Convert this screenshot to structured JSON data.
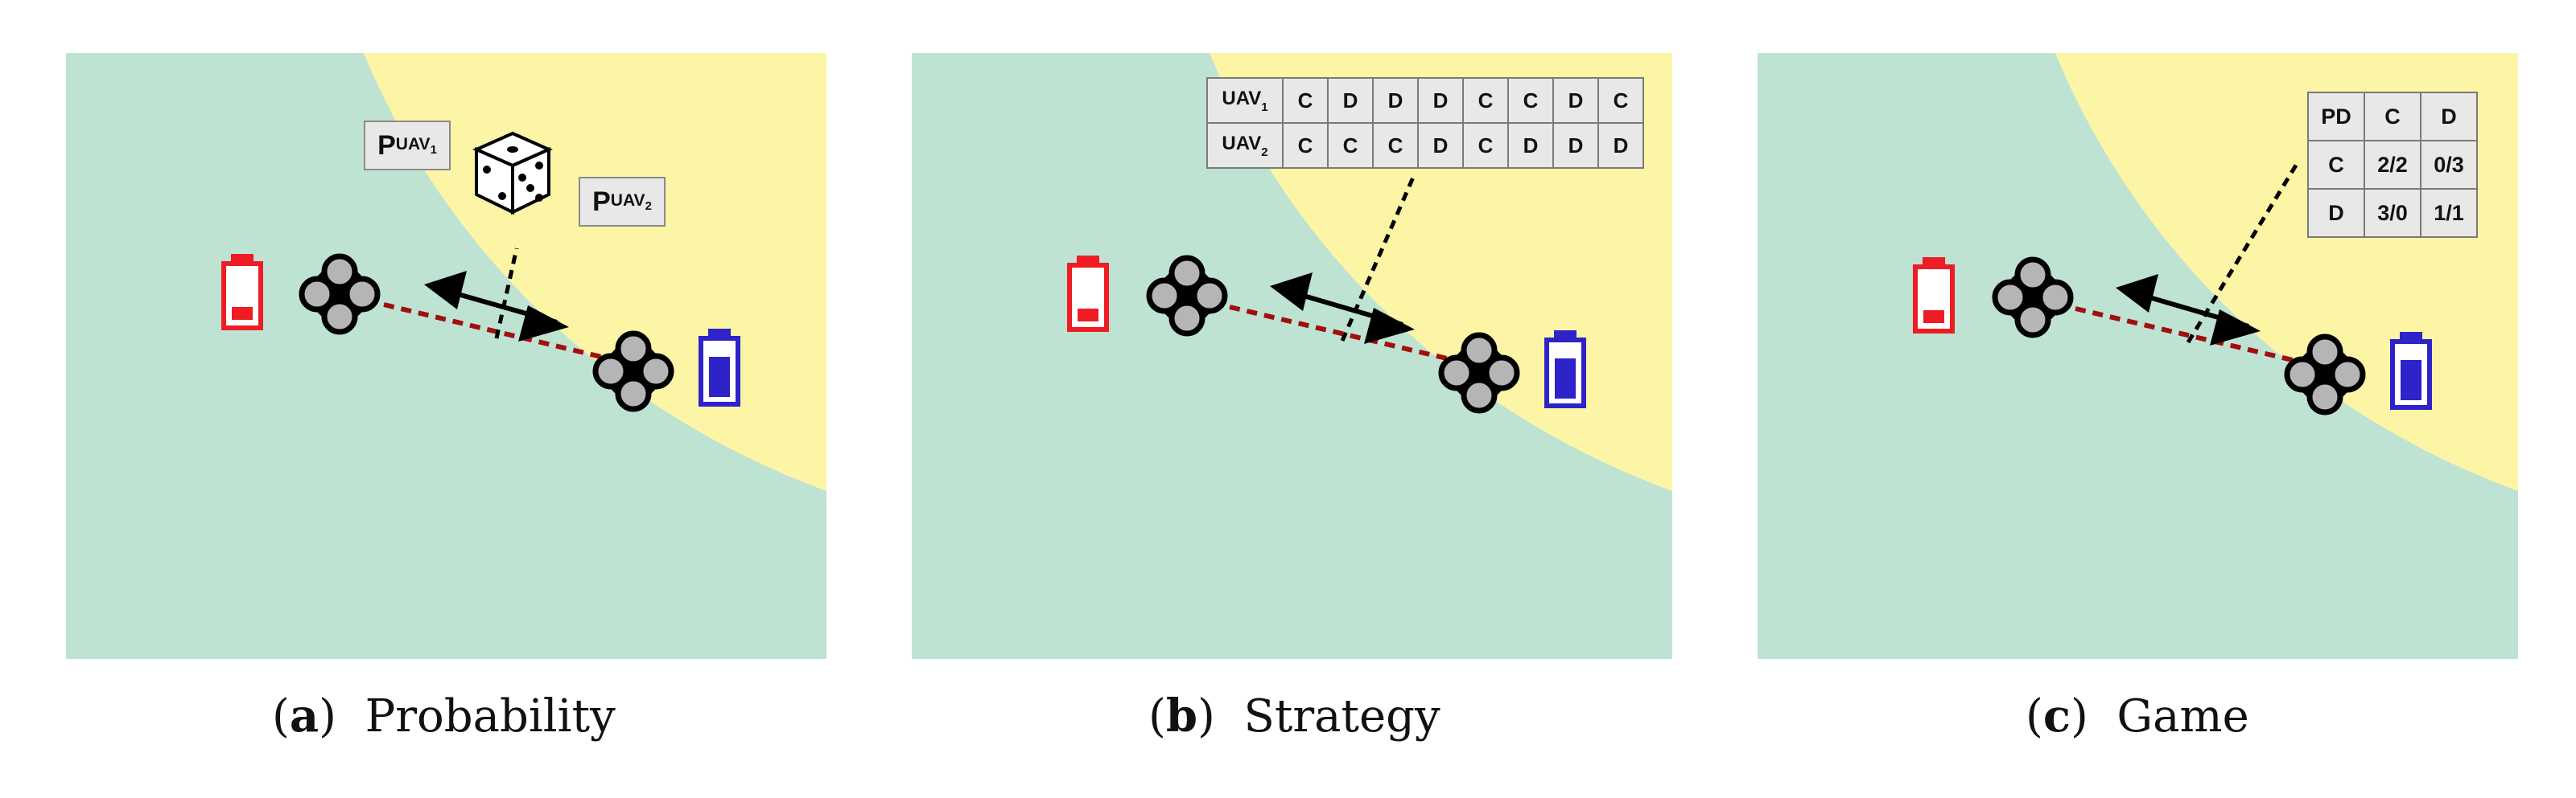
{
  "panels": [
    {
      "id": "a",
      "caption_letter": "a",
      "caption_text": "Probability",
      "label_left": {
        "main": "P",
        "sub": "UAV",
        "subsub": "1"
      },
      "label_right": {
        "main": "P",
        "sub": "UAV",
        "subsub": "2"
      }
    },
    {
      "id": "b",
      "caption_letter": "b",
      "caption_text": "Strategy",
      "strategy_table": {
        "rows": [
          {
            "head": "UAV",
            "head_sub": "1",
            "cells": [
              "C",
              "D",
              "D",
              "D",
              "C",
              "C",
              "D",
              "C"
            ]
          },
          {
            "head": "UAV",
            "head_sub": "2",
            "cells": [
              "C",
              "C",
              "C",
              "D",
              "C",
              "D",
              "D",
              "D"
            ]
          }
        ]
      }
    },
    {
      "id": "c",
      "caption_letter": "c",
      "caption_text": "Game",
      "payoff_table": {
        "header": [
          "PD",
          "C",
          "D"
        ],
        "rows": [
          [
            "C",
            "2/2",
            "0/3"
          ],
          [
            "D",
            "3/0",
            "1/1"
          ]
        ]
      }
    }
  ],
  "colors": {
    "outer_zone": "#bfe3d3",
    "inner_zone": "#fdf5a6",
    "low_battery": "#ee1c24",
    "full_battery": "#2e22c9",
    "link": "#a10f0f",
    "drone_rotor": "#b5b5b5"
  }
}
